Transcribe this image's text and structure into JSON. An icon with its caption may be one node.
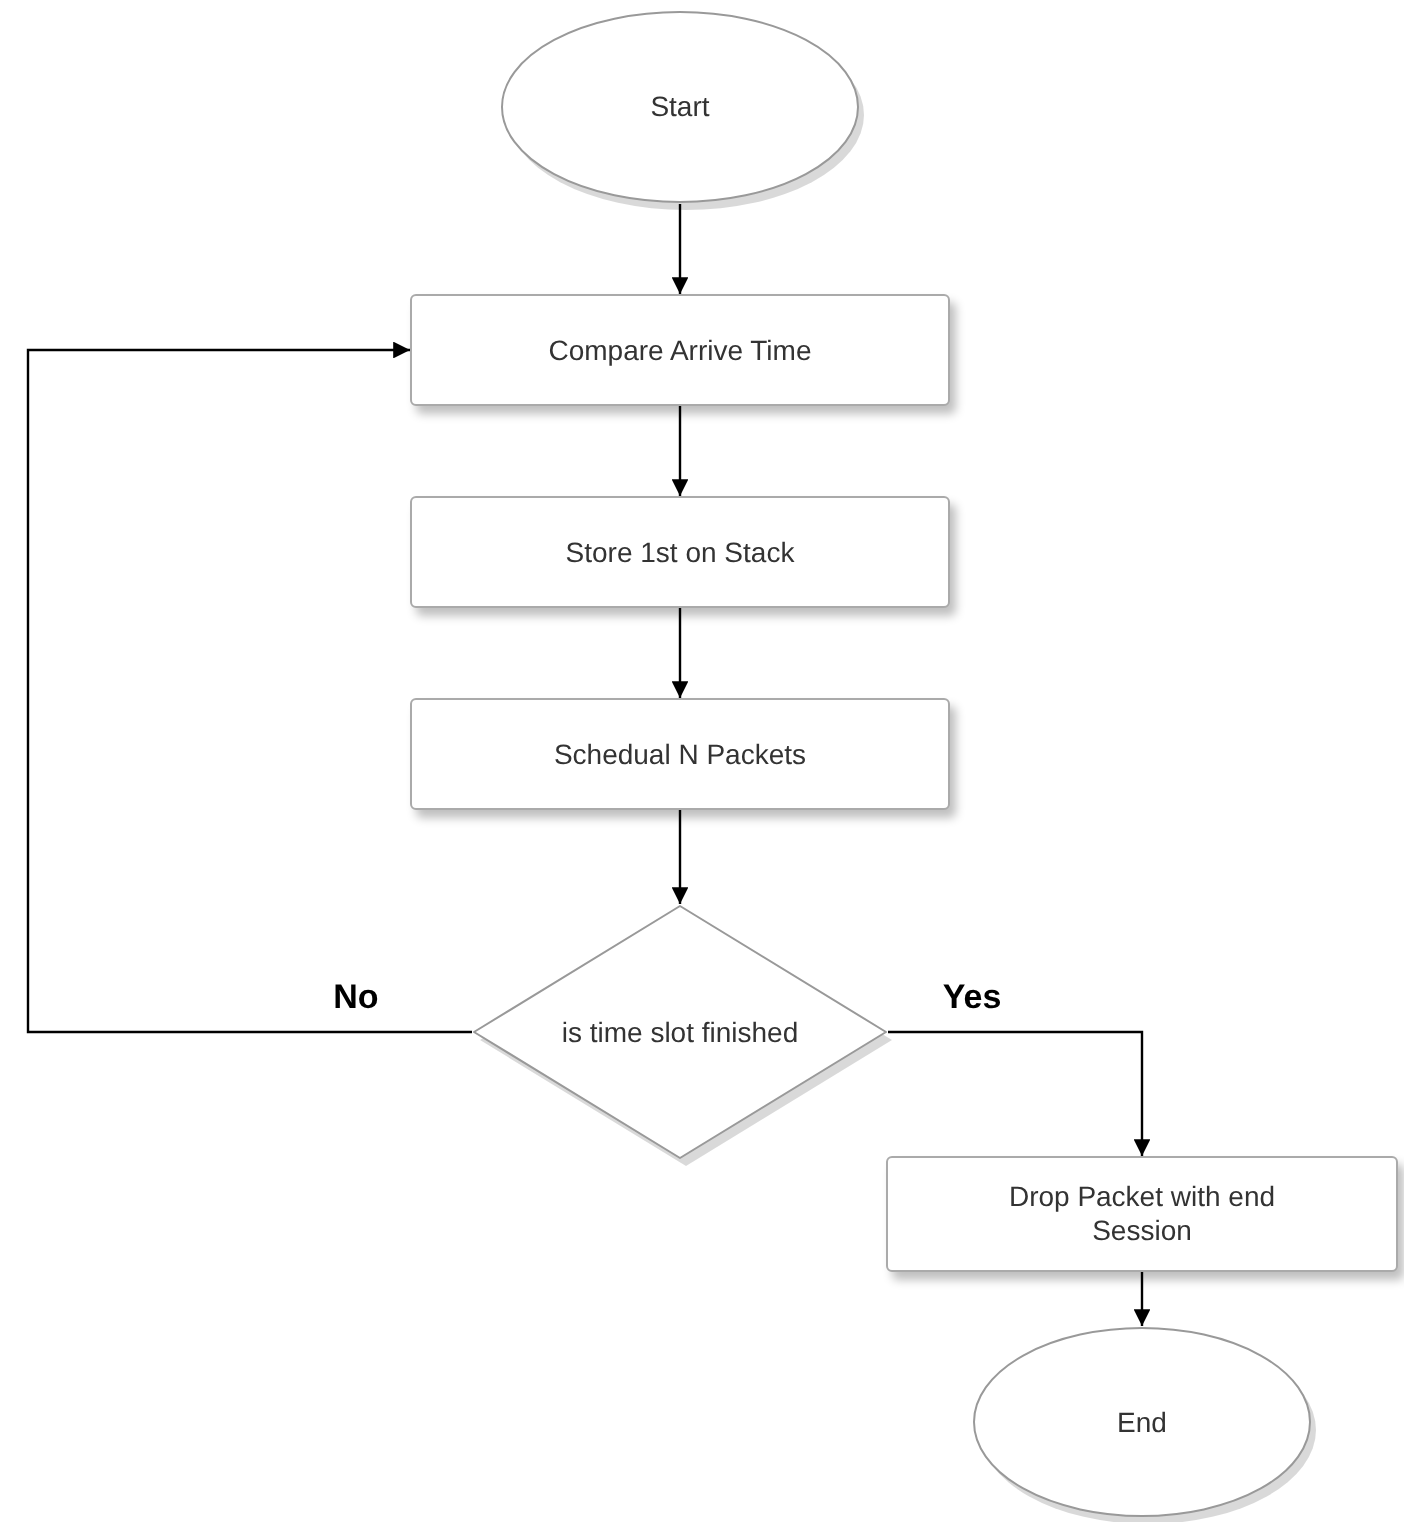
{
  "diagram": {
    "nodes": [
      {
        "text": [
          "Start"
        ]
      },
      {
        "text": [
          "Compare Arrive Time"
        ]
      },
      {
        "text": [
          "Store 1st on Stack"
        ]
      },
      {
        "text": [
          "Schedual N Packets"
        ]
      },
      {
        "text": [
          "is time slot finished"
        ]
      },
      {
        "text": [
          "Drop Packet with end Session"
        ]
      },
      {
        "text": [
          "End"
        ]
      }
    ],
    "edges": [
      {
        "from": 0,
        "to": 1,
        "arrow": "to"
      },
      {
        "from": 1,
        "to": 2,
        "arrow": "to"
      },
      {
        "from": 2,
        "to": 3,
        "arrow": "to"
      },
      {
        "from": 3,
        "to": 4,
        "arrow": "to"
      },
      {
        "from": 4,
        "to": 1,
        "arrow": "to",
        "label": "No"
      },
      {
        "from": 4,
        "to": 5,
        "arrow": "to",
        "label": "Yes"
      },
      {
        "from": 5,
        "to": 6,
        "arrow": "to"
      }
    ]
  }
}
